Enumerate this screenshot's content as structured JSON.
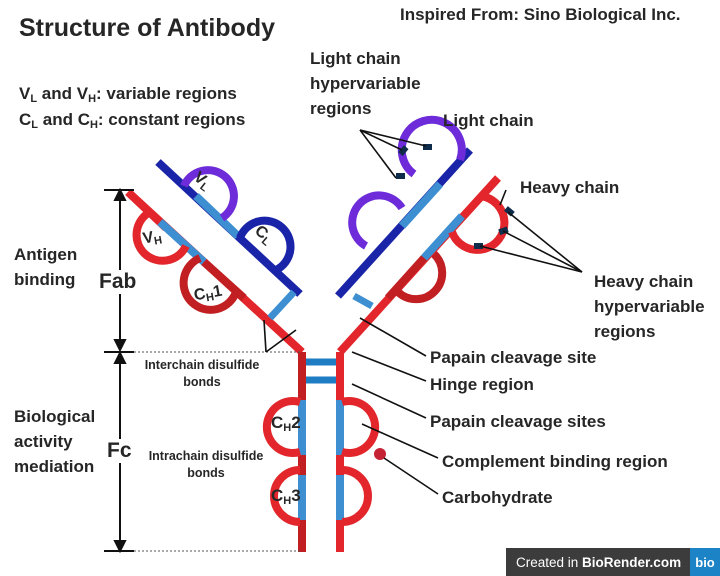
{
  "title": "Structure of Antibody",
  "credit": "Inspired From: Sino Biological Inc.",
  "legend": {
    "variable": {
      "sym1": "V",
      "sub1": "L",
      "and": " and ",
      "sym2": "V",
      "sub2": "H",
      "desc": ": variable regions"
    },
    "constant": {
      "sym1": "C",
      "sub1": "L",
      "and": " and ",
      "sym2": "C",
      "sub2": "H",
      "desc": ": constant regions"
    }
  },
  "labels": {
    "light_hv": [
      "Light chain",
      "hypervariable",
      "regions"
    ],
    "light_chain": "Light chain",
    "heavy_chain": "Heavy chain",
    "heavy_hv": [
      "Heavy chain",
      "hypervariable",
      "regions"
    ],
    "antigen_binding": [
      "Antigen",
      "binding"
    ],
    "fab": "Fab",
    "fc": "Fc",
    "bio_activity": [
      "Biological",
      "activity",
      "mediation"
    ],
    "interchain": [
      "Interchain disulfide",
      "bonds"
    ],
    "intrachain": [
      "Intrachain disulfide",
      "bonds"
    ],
    "papain_site": "Papain cleavage site",
    "hinge": "Hinge region",
    "papain_sites": "Papain cleavage sites",
    "complement": "Complement binding region",
    "carbohydrate": "Carbohydrate"
  },
  "domains": {
    "vl": {
      "sym": "V",
      "sub": "L"
    },
    "vh": {
      "sym": "V",
      "sub": "H"
    },
    "cl": {
      "sym": "C",
      "sub": "L"
    },
    "ch1": {
      "sym": "C",
      "sub": "H",
      "suffix": "1"
    },
    "ch2": {
      "sym": "C",
      "sub": "H",
      "suffix": "2"
    },
    "ch3": {
      "sym": "C",
      "sub": "H",
      "suffix": "3"
    }
  },
  "colors": {
    "heavy": "#e2262b",
    "heavy_dark": "#c11f22",
    "light": "#1a24a8",
    "light_loop": "#6d2bd9",
    "constant_blue": "#3d8fd1",
    "disulfide": "#1f7dc4",
    "hv_mark": "#0f2d4a",
    "text": "#262626",
    "carbohydrate": "#c62236"
  },
  "badge": {
    "prefix": "Created in ",
    "brand": "BioRender.com",
    "logo": "bio"
  }
}
